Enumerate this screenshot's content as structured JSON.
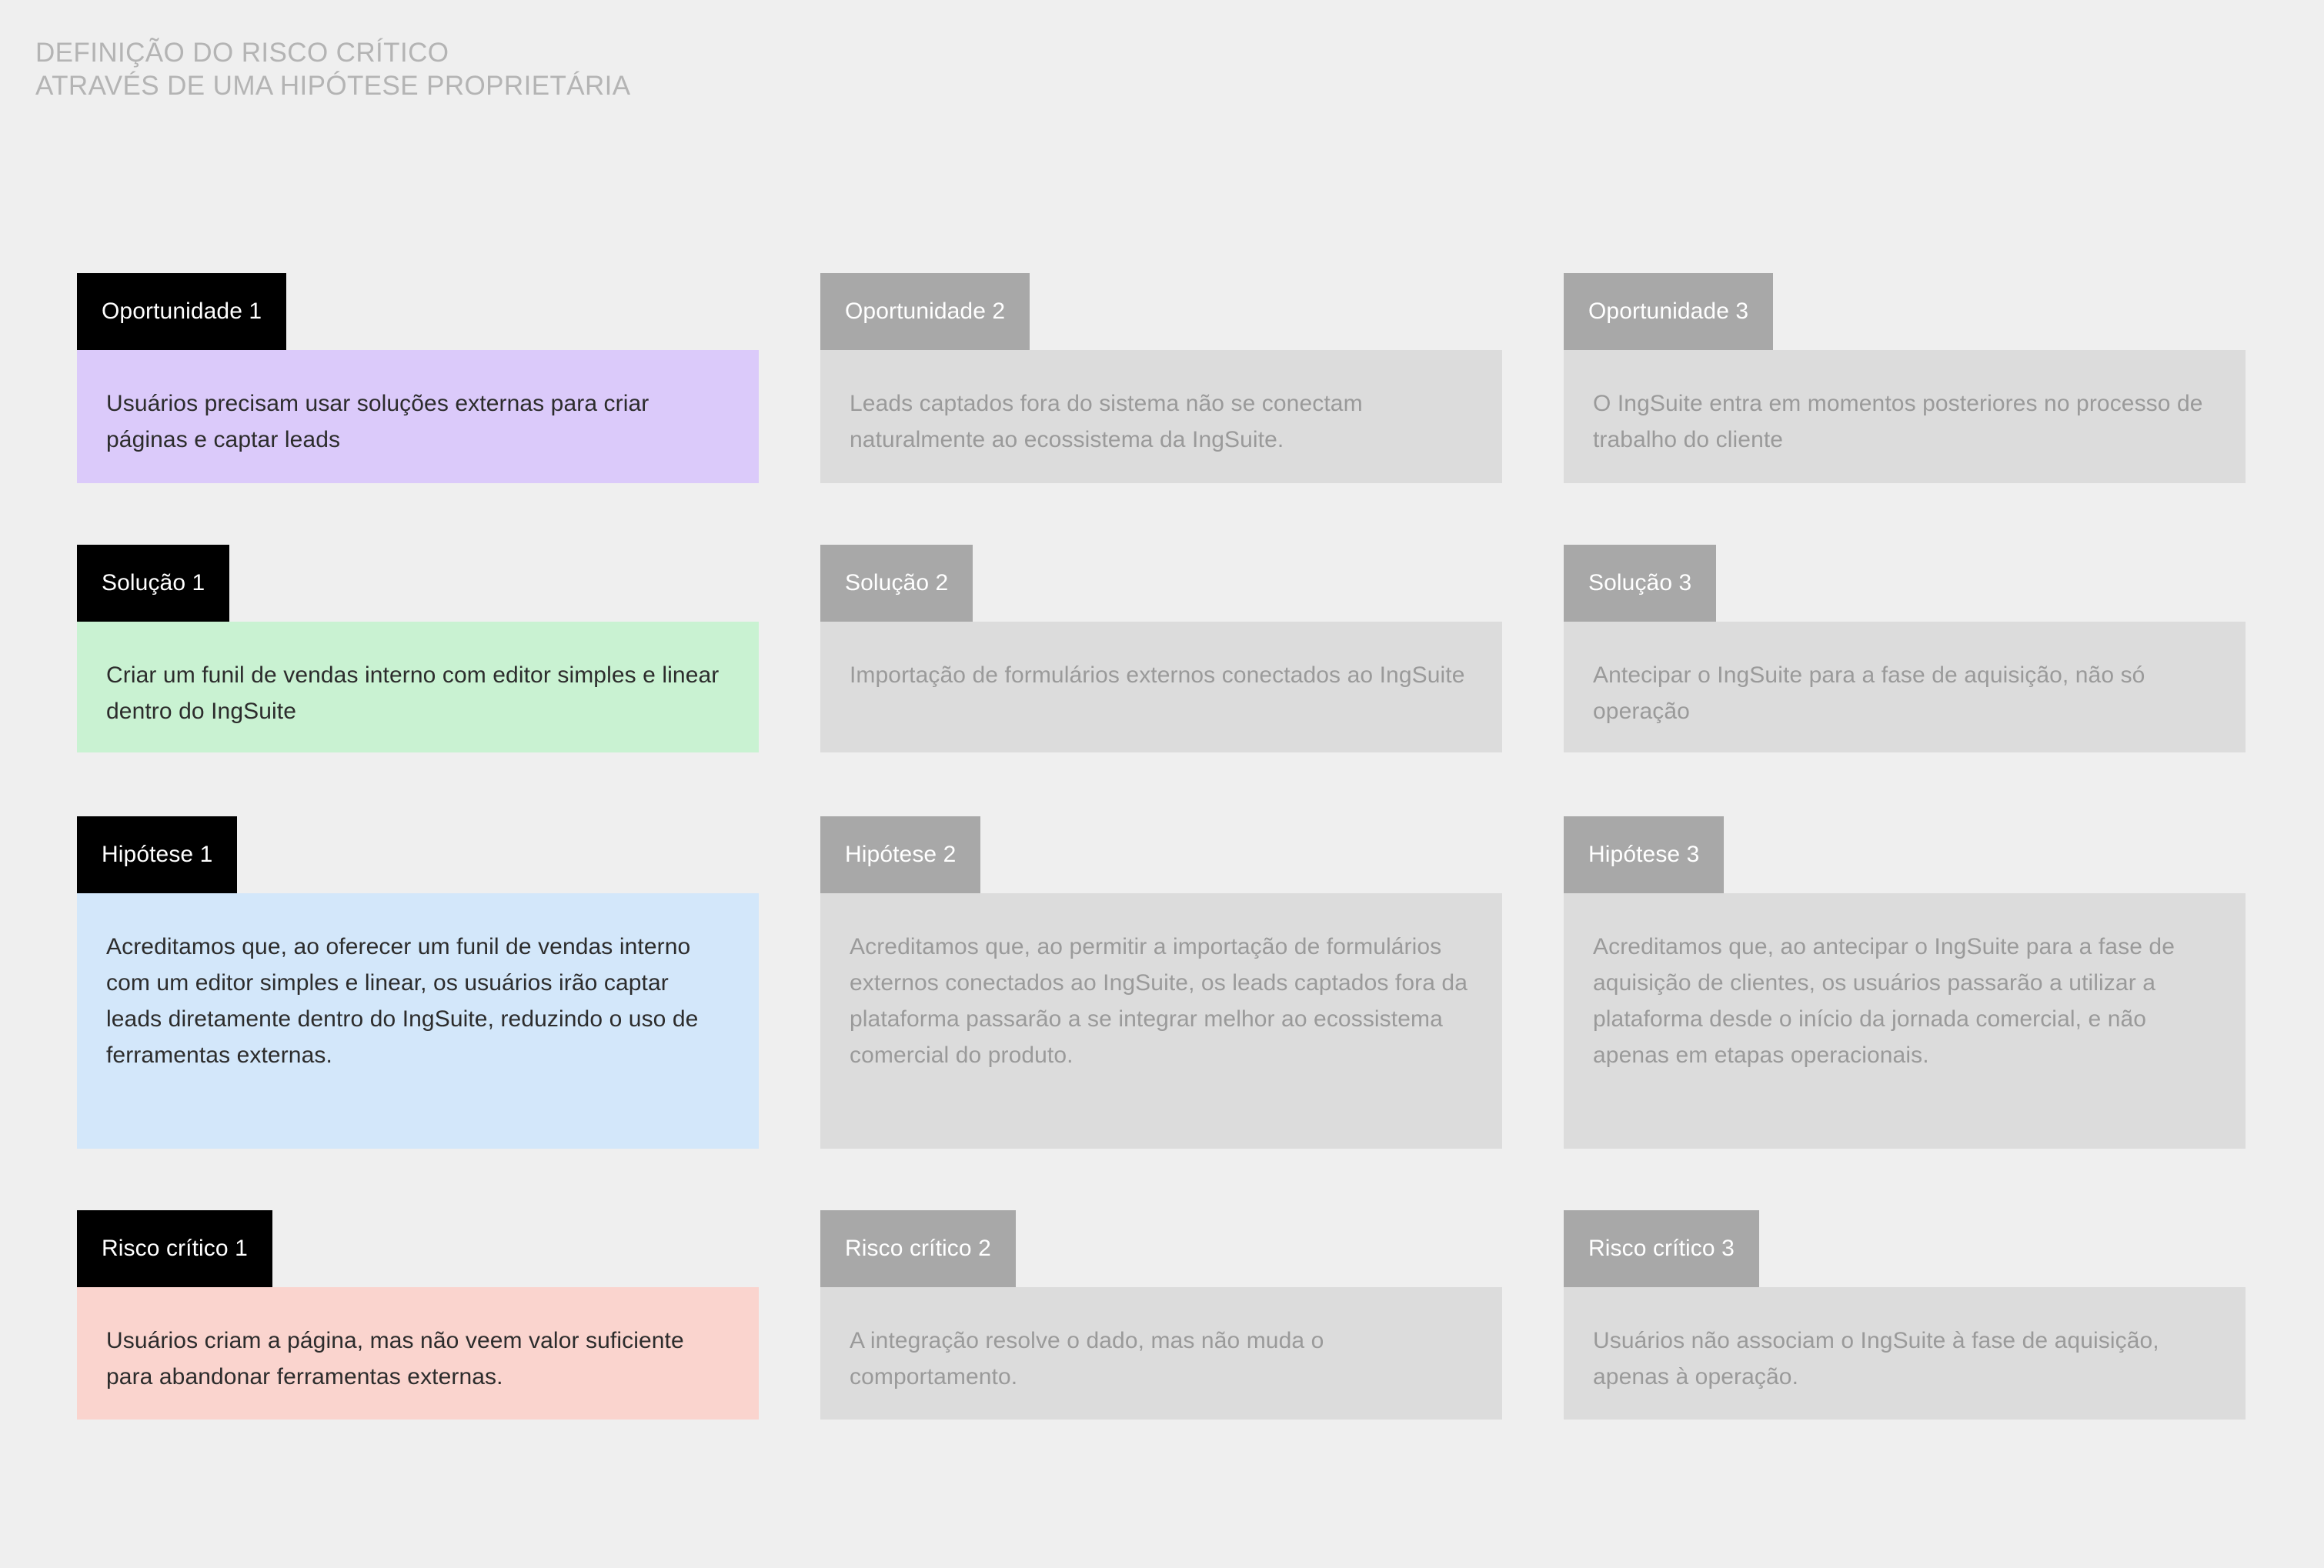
{
  "header": {
    "title_line_1": "DEFINIÇÃO DO RISCO CRÍTICO",
    "title_line_2": "ATRAVÉS DE UMA HIPÓTESE PROPRIETÁRIA"
  },
  "colors": {
    "background": "#efefef",
    "title_text": "#b4b4b4",
    "chip_primary_bg": "#000000",
    "chip_muted_bg": "#a8a8a8",
    "chip_text": "#ffffff",
    "card_purple": "#dbcafa",
    "card_green": "#c9f2d2",
    "card_blue": "#d3e7fa",
    "card_pink": "#fad4ce",
    "card_grey": "#dcdcdc",
    "card_text_active": "#2c2c2c",
    "card_text_muted": "#9a9a9a"
  },
  "rows": [
    {
      "key": "opportunity",
      "cells": [
        {
          "label": "Oportunidade 1",
          "body": "Usuários precisam usar soluções externas para criar páginas e captar leads",
          "state": "active",
          "tone": "purple"
        },
        {
          "label": "Oportunidade 2",
          "body": "Leads captados fora do sistema não se conectam naturalmente ao ecossistema da IngSuite.",
          "state": "muted",
          "tone": "grey"
        },
        {
          "label": "Oportunidade 3",
          "body": "O IngSuite entra em momentos posteriores no processo de trabalho do cliente",
          "state": "muted",
          "tone": "grey"
        }
      ]
    },
    {
      "key": "solution",
      "cells": [
        {
          "label": "Solução 1",
          "body": "Criar um funil de vendas interno com editor simples e linear dentro do IngSuite",
          "state": "active",
          "tone": "green"
        },
        {
          "label": "Solução 2",
          "body": "Importação de formulários externos conectados ao IngSuite",
          "state": "muted",
          "tone": "grey"
        },
        {
          "label": "Solução 3",
          "body": "Antecipar o IngSuite para a fase de aquisição, não só operação",
          "state": "muted",
          "tone": "grey"
        }
      ]
    },
    {
      "key": "hypothesis",
      "cells": [
        {
          "label": "Hipótese 1",
          "body": "Acreditamos que, ao oferecer um funil de vendas interno com um editor simples e linear, os usuários irão captar leads diretamente dentro do IngSuite, reduzindo o uso de ferramentas externas.",
          "state": "active",
          "tone": "blue"
        },
        {
          "label": "Hipótese 2",
          "body": "Acreditamos que, ao permitir a importação de formulários externos conectados ao IngSuite, os leads captados fora da plataforma passarão a se integrar melhor ao ecossistema comercial do produto.",
          "state": "muted",
          "tone": "grey"
        },
        {
          "label": "Hipótese 3",
          "body": "Acreditamos que, ao antecipar o IngSuite para a fase de aquisição de clientes, os usuários passarão a utilizar a plataforma desde o início da jornada comercial, e não apenas em etapas operacionais.",
          "state": "muted",
          "tone": "grey"
        }
      ]
    },
    {
      "key": "risk",
      "cells": [
        {
          "label": "Risco crítico 1",
          "body": "Usuários criam a página, mas não veem valor suficiente para abandonar ferramentas externas.",
          "state": "active",
          "tone": "pink"
        },
        {
          "label": "Risco crítico 2",
          "body": "A integração resolve o dado, mas não muda o comportamento.",
          "state": "muted",
          "tone": "grey"
        },
        {
          "label": "Risco crítico 3",
          "body": "Usuários não associam o IngSuite à fase de aquisição, apenas à operação.",
          "state": "muted",
          "tone": "grey"
        }
      ]
    }
  ]
}
